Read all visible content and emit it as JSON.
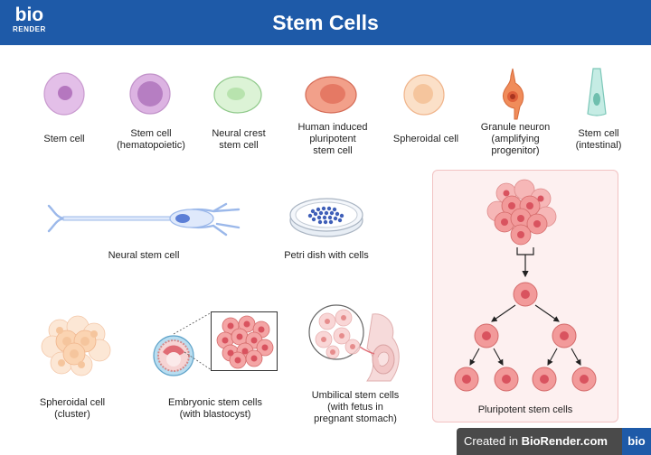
{
  "header": {
    "logo_line1": "bio",
    "logo_line2": "RENDER",
    "title": "Stem Cells"
  },
  "labels": {
    "stem_cell": "Stem cell",
    "hematopoietic": "Stem cell\n(hematopoietic)",
    "neural_crest": "Neural crest\nstem cell",
    "human_induced": "Human induced\npluripotent\nstem cell",
    "spheroidal": "Spheroidal cell",
    "granule": "Granule neuron\n(amplifying\nprogenitor)",
    "intestinal": "Stem cell\n(intestinal)",
    "neural_stem": "Neural stem cell",
    "petri": "Petri dish with cells",
    "spheroidal_cluster": "Spheroidal cell\n(cluster)",
    "embryonic": "Embryonic stem cells\n(with blastocyst)",
    "umbilical": "Umbilical stem cells\n(with fetus in\npregnant stomach)",
    "pluripotent": "Pluripotent stem cells"
  },
  "footer": {
    "prefix": "Created in ",
    "brand": "BioRender.com",
    "logo": "bio"
  },
  "colors": {
    "header_bg": "#1e5aa8",
    "pluri_bg": "#fdf0f0",
    "pluri_cell": "#ef8585",
    "footer_bg": "#4a4a4a"
  }
}
